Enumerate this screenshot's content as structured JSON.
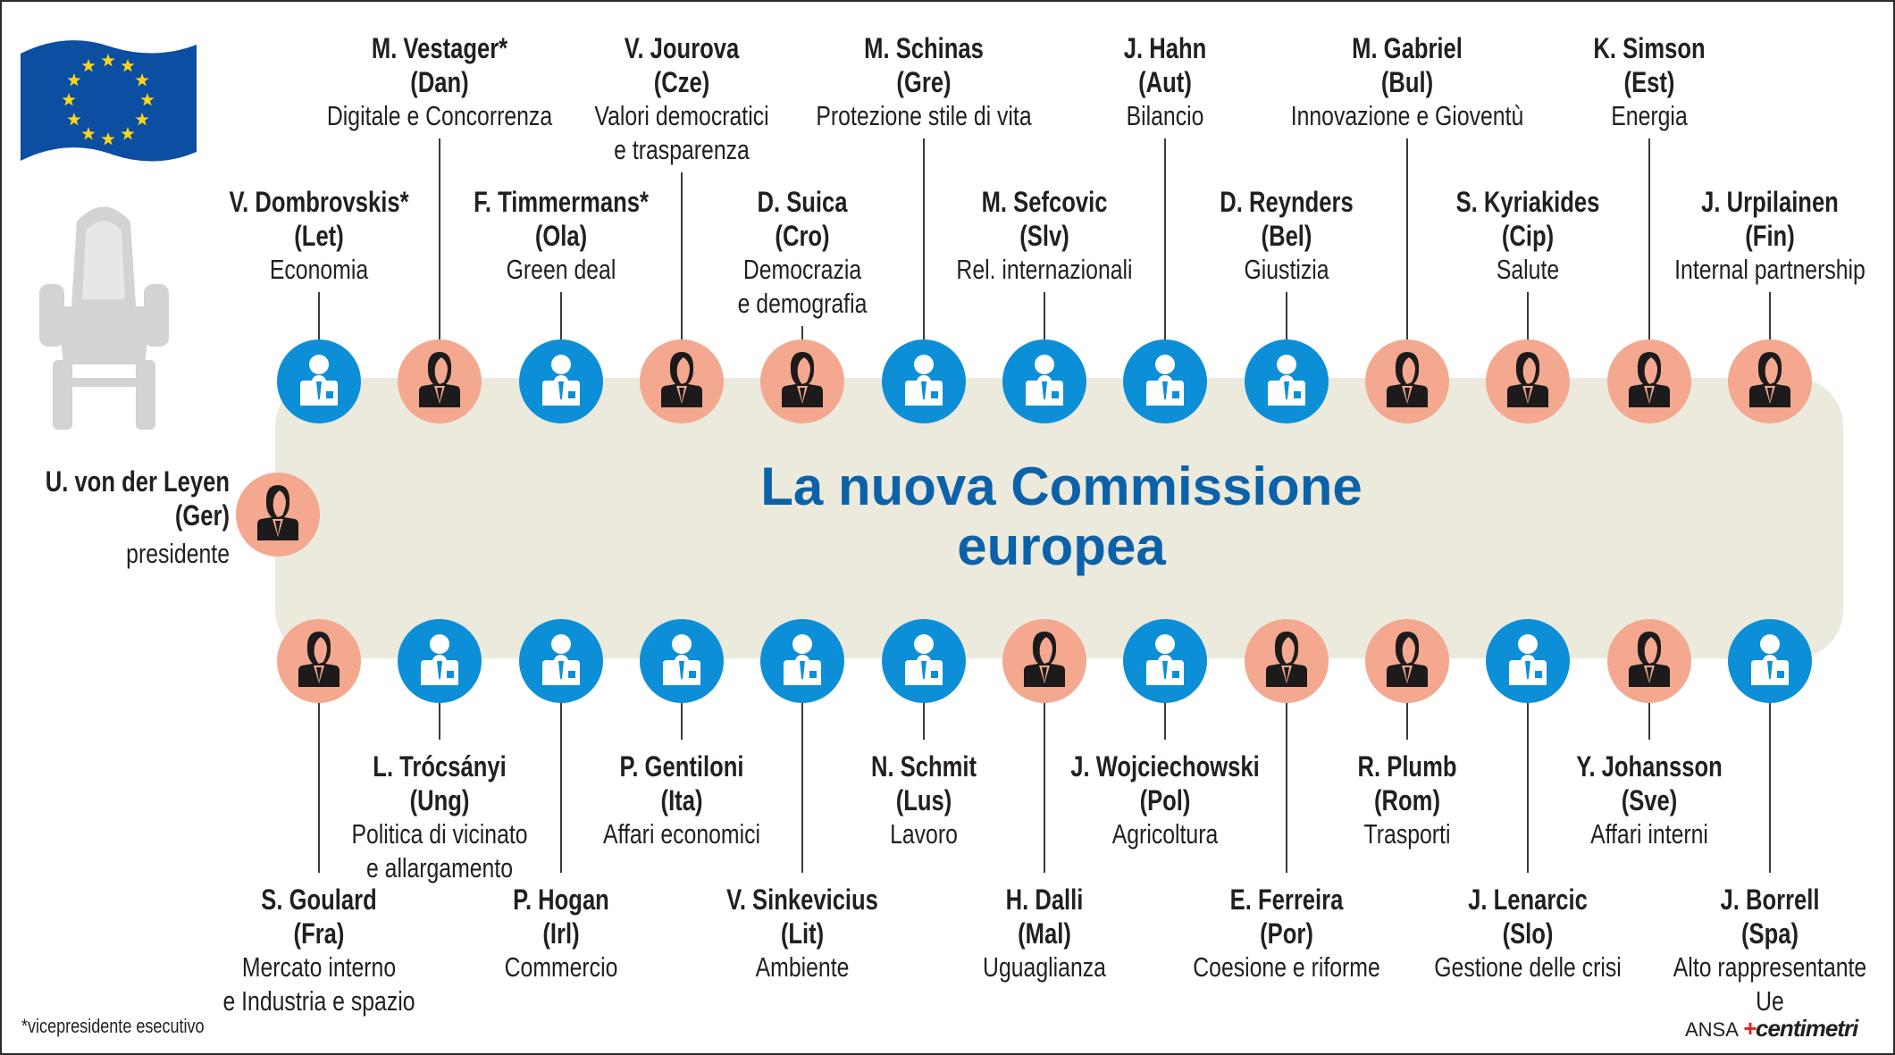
{
  "title": {
    "line1": "La nuova Commissione",
    "line2": "europea"
  },
  "president": {
    "name": "U. von der Leyen",
    "country": "(Ger)",
    "role": "presidente",
    "gender": "F"
  },
  "top_members": [
    {
      "name": "V. Dombrovskis*",
      "country": "(Let)",
      "role": [
        "Economia"
      ],
      "gender": "M"
    },
    {
      "name": "M. Vestager*",
      "country": "(Dan)",
      "role": [
        "Digitale e Concorrenza"
      ],
      "gender": "F"
    },
    {
      "name": "F. Timmermans*",
      "country": "(Ola)",
      "role": [
        "Green deal"
      ],
      "gender": "M"
    },
    {
      "name": "V. Jourova",
      "country": "(Cze)",
      "role": [
        "Valori democratici",
        "e trasparenza"
      ],
      "gender": "F"
    },
    {
      "name": "D. Suica",
      "country": "(Cro)",
      "role": [
        "Democrazia",
        "e demografia"
      ],
      "gender": "F"
    },
    {
      "name": "M. Schinas",
      "country": "(Gre)",
      "role": [
        "Protezione stile di vita"
      ],
      "gender": "M"
    },
    {
      "name": "M. Sefcovic",
      "country": "(Slv)",
      "role": [
        "Rel. internazionali"
      ],
      "gender": "M"
    },
    {
      "name": "J. Hahn",
      "country": "(Aut)",
      "role": [
        "Bilancio"
      ],
      "gender": "M"
    },
    {
      "name": "D. Reynders",
      "country": "(Bel)",
      "role": [
        "Giustizia"
      ],
      "gender": "M"
    },
    {
      "name": "M. Gabriel",
      "country": "(Bul)",
      "role": [
        "Innovazione e Gioventù"
      ],
      "gender": "F"
    },
    {
      "name": "S. Kyriakides",
      "country": "(Cip)",
      "role": [
        "Salute"
      ],
      "gender": "F"
    },
    {
      "name": "K. Simson",
      "country": "(Est)",
      "role": [
        "Energia"
      ],
      "gender": "F"
    },
    {
      "name": "J. Urpilainen",
      "country": "(Fin)",
      "role": [
        "Internal partnership"
      ],
      "gender": "F"
    }
  ],
  "bottom_members": [
    {
      "name": "S. Goulard",
      "country": "(Fra)",
      "role": [
        "Mercato interno",
        "e Industria e spazio"
      ],
      "gender": "F"
    },
    {
      "name": "L. Trócsányi",
      "country": "(Ung)",
      "role": [
        "Politica di vicinato",
        "e allargamento"
      ],
      "gender": "M"
    },
    {
      "name": "P. Hogan",
      "country": "(Irl)",
      "role": [
        "Commercio"
      ],
      "gender": "M"
    },
    {
      "name": "P. Gentiloni",
      "country": "(Ita)",
      "role": [
        "Affari economici"
      ],
      "gender": "M"
    },
    {
      "name": "V. Sinkevicius",
      "country": "(Lit)",
      "role": [
        "Ambiente"
      ],
      "gender": "M"
    },
    {
      "name": "N. Schmit",
      "country": "(Lus)",
      "role": [
        "Lavoro"
      ],
      "gender": "M"
    },
    {
      "name": "H. Dalli",
      "country": "(Mal)",
      "role": [
        "Uguaglianza"
      ],
      "gender": "F"
    },
    {
      "name": "J. Wojciechowski",
      "country": "(Pol)",
      "role": [
        "Agricoltura"
      ],
      "gender": "M"
    },
    {
      "name": "E. Ferreira",
      "country": "(Por)",
      "role": [
        "Coesione e riforme"
      ],
      "gender": "F"
    },
    {
      "name": "R. Plumb",
      "country": "(Rom)",
      "role": [
        "Trasporti"
      ],
      "gender": "F"
    },
    {
      "name": "J. Lenarcic",
      "country": "(Slo)",
      "role": [
        "Gestione delle crisi"
      ],
      "gender": "M"
    },
    {
      "name": "Y. Johansson",
      "country": "(Sve)",
      "role": [
        "Affari interni"
      ],
      "gender": "F"
    },
    {
      "name": "J. Borrell",
      "country": "(Spa)",
      "role": [
        "Alto rappresentante",
        "Ue"
      ],
      "gender": "M"
    }
  ],
  "footnote": "*vicepresidente esecutivo",
  "credit": {
    "agency": "ANSA",
    "brand": "centimetri"
  },
  "colors": {
    "male": "#0d8fd7",
    "female": "#f3a88f",
    "title": "#0c62a8",
    "table": "#ebeadd"
  }
}
